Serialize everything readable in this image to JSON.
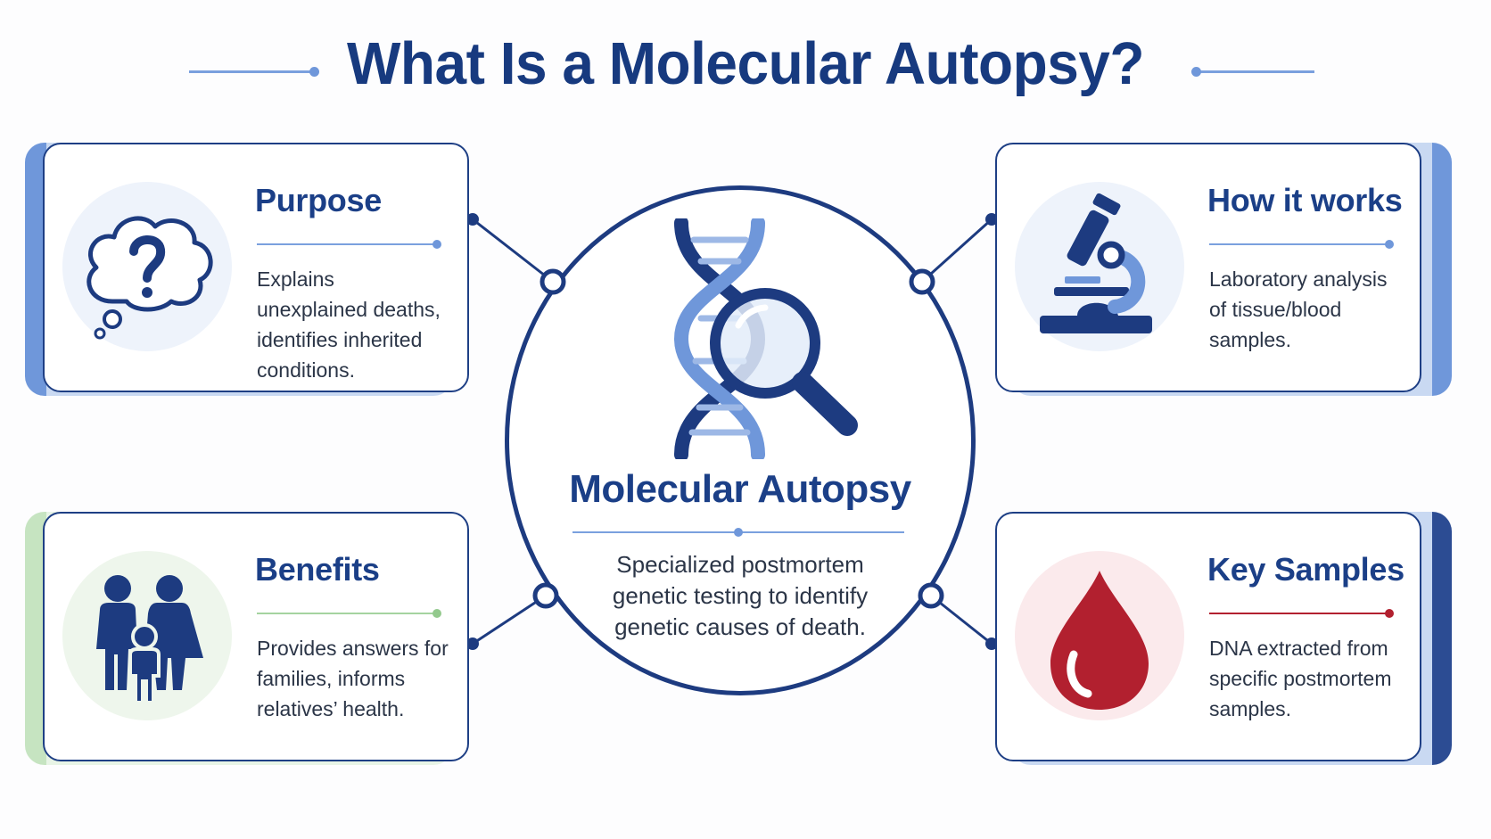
{
  "title": "What Is a Molecular Autopsy?",
  "center": {
    "title": "Molecular Autopsy",
    "description": "Specialized postmortem genetic testing to identify genetic causes of death.",
    "icon": "dna-magnifier-icon"
  },
  "cards": {
    "purpose": {
      "title": "Purpose",
      "text": "Explains unexplained deaths, identifies inherited conditions.",
      "icon": "question-thought-bubble-icon",
      "accent": "#6f97da"
    },
    "how_it_works": {
      "title": "How it works",
      "text": "Laboratory analysis of tissue/blood samples.",
      "icon": "microscope-icon",
      "accent": "#6f97da"
    },
    "benefits": {
      "title": "Benefits",
      "text": "Provides answers for families, informs relatives’ health.",
      "icon": "family-icon",
      "accent": "#a5d3a0"
    },
    "key_samples": {
      "title": "Key Samples",
      "text": "DNA extracted from specific postmortem samples.",
      "icon": "blood-drop-icon",
      "accent": "#b2202f"
    }
  },
  "colors": {
    "navy": "#1b3f87",
    "light_blue": "#6f97da",
    "green": "#a5d3a0",
    "red": "#b2202f"
  }
}
